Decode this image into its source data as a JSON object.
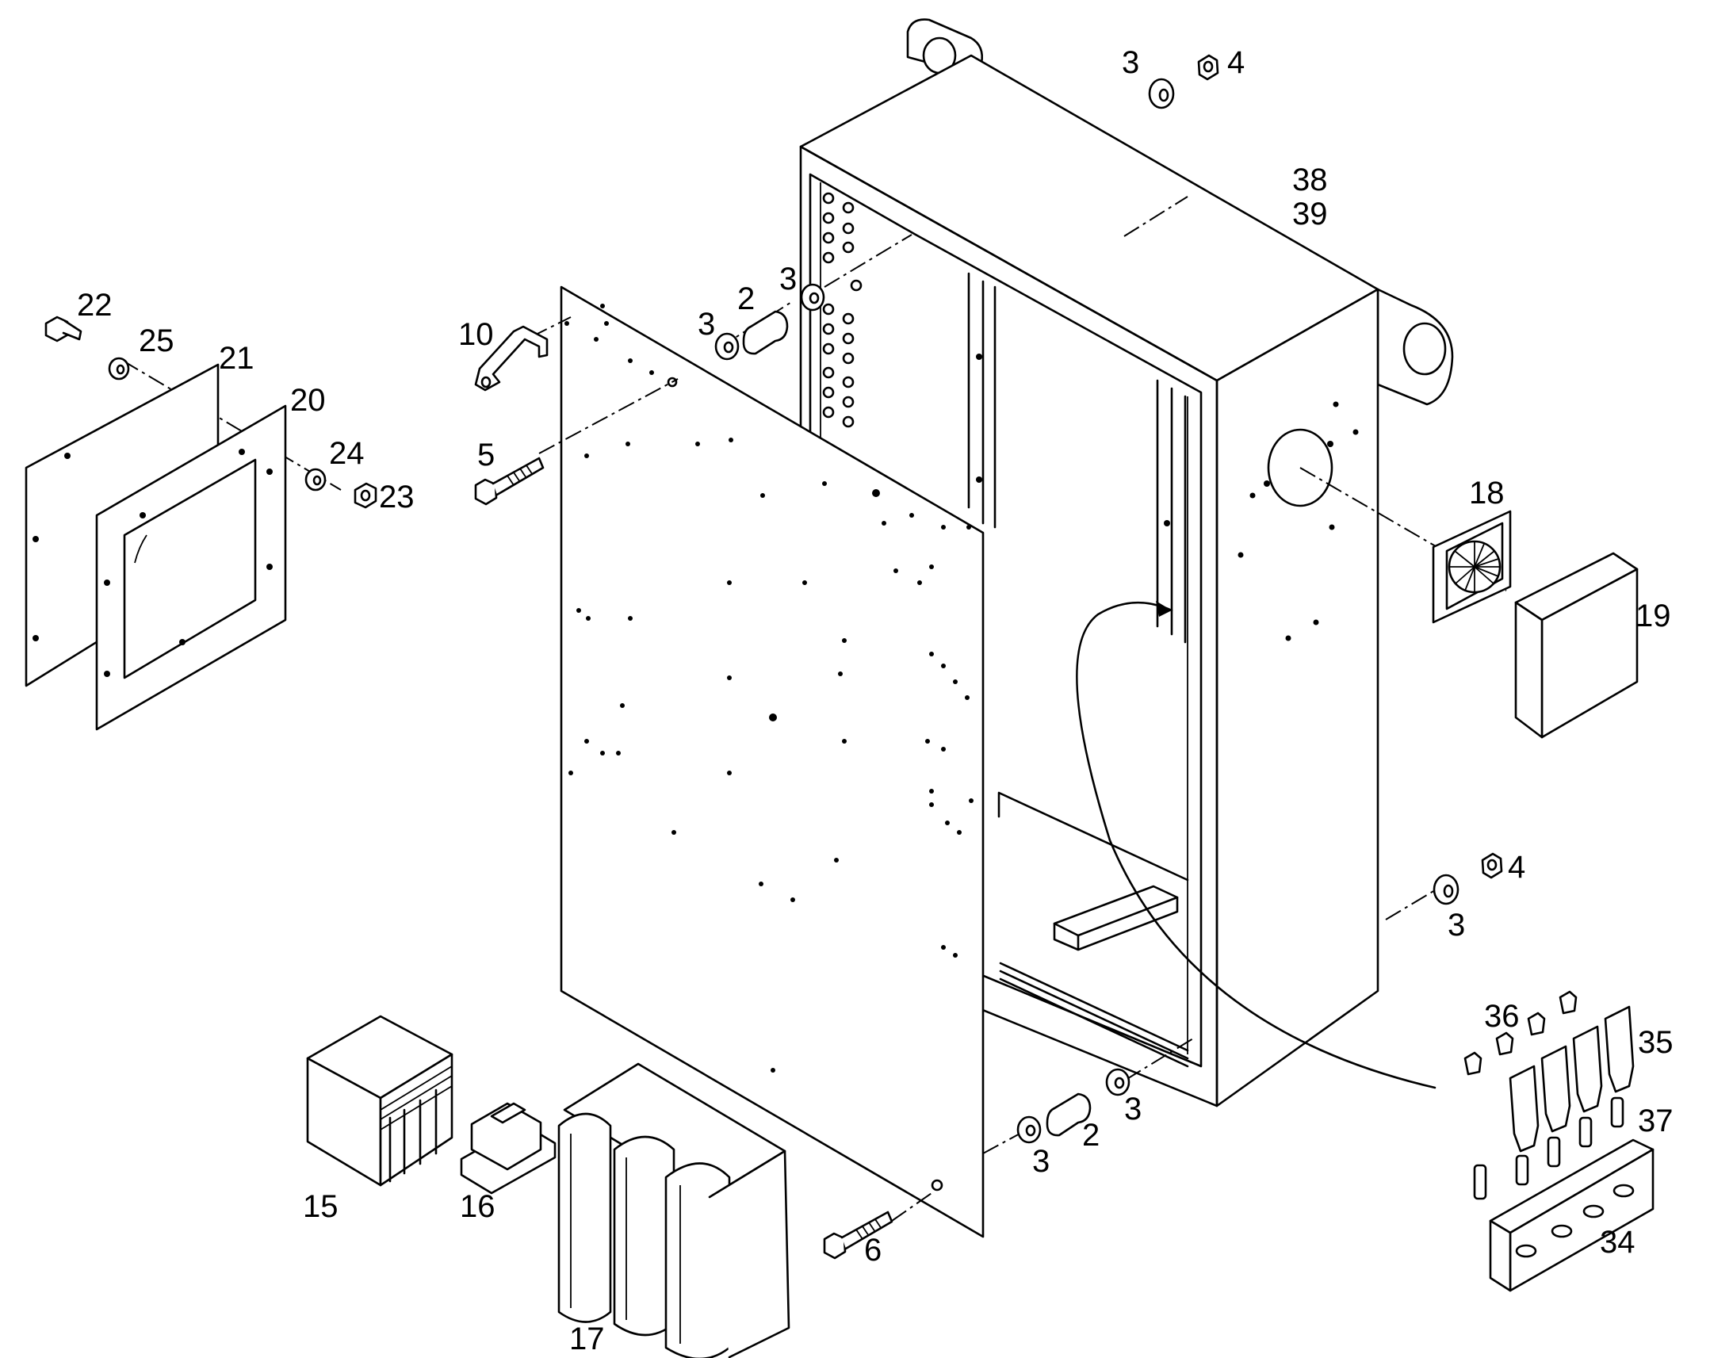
{
  "colors": {
    "line": "#000000",
    "background": "#ffffff"
  },
  "callouts": [
    {
      "id": "c3a",
      "text": "3"
    },
    {
      "id": "c4a",
      "text": "4"
    },
    {
      "id": "c38",
      "text": "38"
    },
    {
      "id": "c39",
      "text": "39"
    },
    {
      "id": "c22",
      "text": "22"
    },
    {
      "id": "c25",
      "text": "25"
    },
    {
      "id": "c21",
      "text": "21"
    },
    {
      "id": "c20",
      "text": "20"
    },
    {
      "id": "c24",
      "text": "24"
    },
    {
      "id": "c23",
      "text": "23"
    },
    {
      "id": "c10",
      "text": "10"
    },
    {
      "id": "c3b",
      "text": "3"
    },
    {
      "id": "c2a",
      "text": "2"
    },
    {
      "id": "c3c",
      "text": "3"
    },
    {
      "id": "c5",
      "text": "5"
    },
    {
      "id": "c18",
      "text": "18"
    },
    {
      "id": "c19",
      "text": "19"
    },
    {
      "id": "c4b",
      "text": "4"
    },
    {
      "id": "c3d",
      "text": "3"
    },
    {
      "id": "c36",
      "text": "36"
    },
    {
      "id": "c35",
      "text": "35"
    },
    {
      "id": "c37",
      "text": "37"
    },
    {
      "id": "c34",
      "text": "34"
    },
    {
      "id": "c15",
      "text": "15"
    },
    {
      "id": "c16",
      "text": "16"
    },
    {
      "id": "c17",
      "text": "17"
    },
    {
      "id": "c6",
      "text": "6"
    },
    {
      "id": "c3e",
      "text": "3"
    },
    {
      "id": "c2b",
      "text": "2"
    },
    {
      "id": "c3f",
      "text": "3"
    }
  ]
}
